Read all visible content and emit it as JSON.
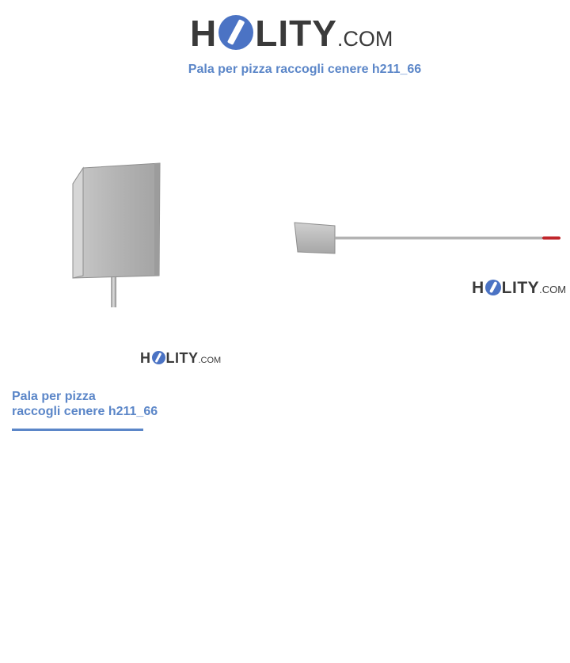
{
  "brand": {
    "logo_text_a": "H",
    "logo_text_b": "LITY",
    "logo_domain": ".COM"
  },
  "product": {
    "title": "Pala per pizza raccogli cenere h211_66",
    "caption_line1": "Pala per pizza",
    "caption_line2": "raccogli cenere h211_66"
  },
  "colors": {
    "accent": "#5b86c8",
    "logo_circle": "#4b73c4",
    "logo_text": "#3a3a3a",
    "handle_tip": "#c0262b"
  }
}
